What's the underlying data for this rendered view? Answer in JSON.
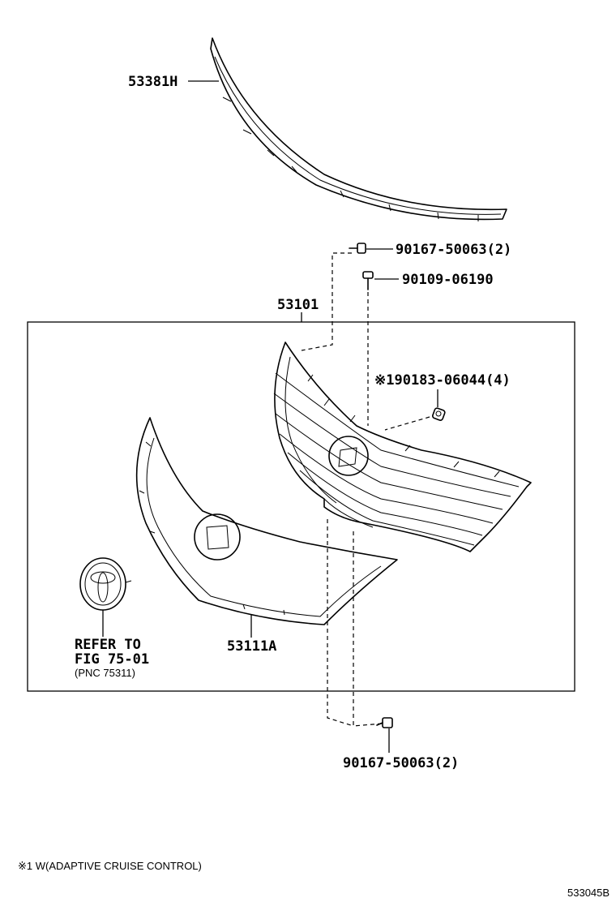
{
  "labels": {
    "molding": "53381H",
    "bolt_top": "90167-50063(2)",
    "screw": "90109-06190",
    "assembly": "53101",
    "nut": "※190183-06044(4)",
    "grille_sub": "53111A",
    "refer_line1": "REFER TO",
    "refer_line2": "FIG 75-01",
    "refer_line3": "(PNC 75311)",
    "bolt_bottom": "90167-50063(2)"
  },
  "footnote": "※1 W(ADAPTIVE CRUISE CONTROL)",
  "figure_id": "533045B"
}
